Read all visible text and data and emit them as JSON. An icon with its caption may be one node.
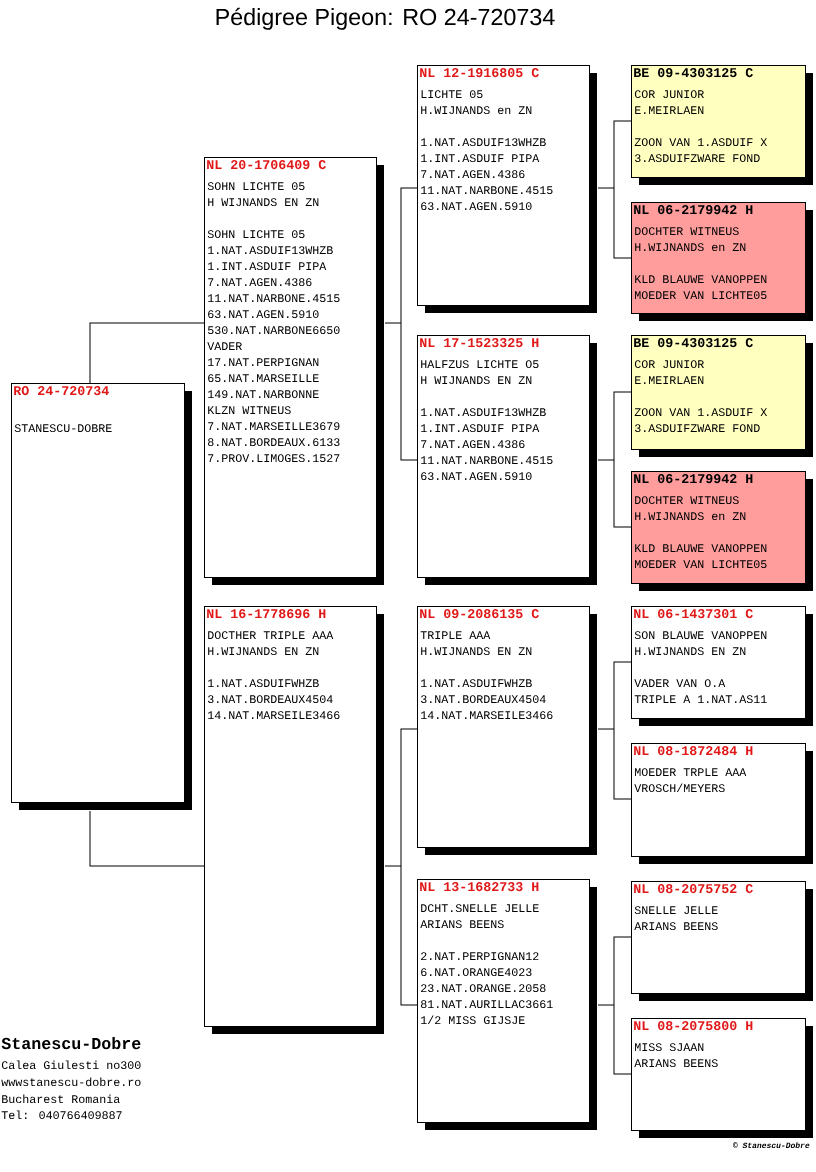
{
  "diagram": {
    "title": "Pédigree Pigeon: RO  24-720734",
    "nodes": [
      {
        "text": [
          "RO  24-720734",
          "STANESCU-DOBRE"
        ]
      },
      {
        "text": [
          "NL  20-1706409 C",
          "SOHN LICHTE 05",
          "H WIJNANDS EN ZN",
          "SOHN LICHTE 05",
          "1.NAT.ASDUIF13WHZB",
          "1.INT.ASDUIF PIPA",
          "7.NAT.AGEN.4386",
          "11.NAT.NARBONE.4515",
          "63.NAT.AGEN.5910",
          "530.NAT.NARBONE6650",
          "VADER",
          "17.NAT.PERPIGNAN",
          "65.NAT.MARSEILLE",
          "149.NAT.NARBONNE",
          "KLZN WITNEUS",
          "7.NAT.MARSEILLE3679",
          "8.NAT.BORDEAUX.6133",
          "7.PROV.LIMOGES.1527"
        ]
      },
      {
        "text": [
          "NL  16-1778696 H",
          "DOCTHER TRIPLE AAA",
          "H.WIJNANDS EN ZN",
          "1.NAT.ASDUIFWHZB",
          "3.NAT.BORDEAUX4504",
          "14.NAT.MARSEILE3466"
        ]
      },
      {
        "text": [
          "NL  12-1916805 C",
          "LICHTE 05",
          "H.WIJNANDS en ZN",
          "1.NAT.ASDUIF13WHZB",
          "1.INT.ASDUIF PIPA",
          "7.NAT.AGEN.4386",
          "11.NAT.NARBONE.4515",
          "63.NAT.AGEN.5910"
        ]
      },
      {
        "text": [
          "NL  17-1523325 H",
          "HALFZUS LICHTE O5",
          "H WIJNANDS EN ZN",
          "1.NAT.ASDUIF13WHZB",
          "1.INT.ASDUIF PIPA",
          "7.NAT.AGEN.4386",
          "11.NAT.NARBONE.4515",
          "63.NAT.AGEN.5910"
        ]
      },
      {
        "text": [
          "NL  09-2086135 C",
          "TRIPLE AAA",
          "H.WIJNANDS EN ZN",
          "1.NAT.ASDUIFWHZB",
          "3.NAT.BORDEAUX4504",
          "14.NAT.MARSEILE3466"
        ]
      },
      {
        "text": [
          "NL  13-1682733 H",
          "DCHT.SNELLE JELLE",
          "ARIANS BEENS",
          "2.NAT.PERPIGNAN12",
          "6.NAT.ORANGE4023",
          "23.NAT.ORANGE.2058",
          "81.NAT.AURILLAC3661",
          "1/2 MISS GIJSJE"
        ]
      },
      {
        "text": [
          "BE  09-4303125 C",
          "COR JUNIOR",
          "E.MEIRLAEN",
          "ZOON VAN 1.ASDUIF X",
          "3.ASDUIFZWARE FOND"
        ]
      },
      {
        "text": [
          "NL  06-2179942 H",
          "DOCHTER WITNEUS",
          "H.WIJNANDS en ZN",
          "KLD BLAUWE VANOPPEN",
          "MOEDER VAN LICHTE05"
        ]
      },
      {
        "text": [
          "BE  09-4303125 C",
          "COR JUNIOR",
          "E.MEIRLAEN",
          "ZOON VAN 1.ASDUIF X",
          "3.ASDUIFZWARE FOND"
        ]
      },
      {
        "text": [
          "NL  06-2179942 H",
          "DOCHTER WITNEUS",
          "H.WIJNANDS en ZN",
          "KLD BLAUWE VANOPPEN",
          "MOEDER VAN LICHTE05"
        ]
      },
      {
        "text": [
          "NL  06-1437301 C",
          "SON BLAUWE VANOPPEN",
          "H.WIJNANDS EN ZN",
          "VADER VAN O.A",
          "TRIPLE A 1.NAT.AS11"
        ]
      },
      {
        "text": [
          "NL  08-1872484 H",
          "MOEDER TRPLE AAA",
          "VROSCH/MEYERS"
        ]
      },
      {
        "text": [
          "NL  08-2075752 C",
          "SNELLE JELLE",
          "ARIANS BEENS"
        ]
      },
      {
        "text": [
          "NL  08-2075800 H",
          "MISS SJAAN",
          "ARIANS BEENS"
        ]
      }
    ],
    "edges": [
      {
        "from": 0,
        "to": 1,
        "arrow": "none"
      },
      {
        "from": 0,
        "to": 2,
        "arrow": "none"
      },
      {
        "from": 1,
        "to": 3,
        "arrow": "none"
      },
      {
        "from": 1,
        "to": 4,
        "arrow": "none"
      },
      {
        "from": 2,
        "to": 5,
        "arrow": "none"
      },
      {
        "from": 2,
        "to": 6,
        "arrow": "none"
      },
      {
        "from": 3,
        "to": 7,
        "arrow": "none"
      },
      {
        "from": 3,
        "to": 8,
        "arrow": "none"
      },
      {
        "from": 4,
        "to": 9,
        "arrow": "none"
      },
      {
        "from": 4,
        "to": 10,
        "arrow": "none"
      },
      {
        "from": 5,
        "to": 11,
        "arrow": "none"
      },
      {
        "from": 5,
        "to": 12,
        "arrow": "none"
      },
      {
        "from": 6,
        "to": 13,
        "arrow": "none"
      },
      {
        "from": 6,
        "to": 14,
        "arrow": "none"
      }
    ],
    "labels": [
      "Stanescu-Dobre",
      "Calea Giulesti no300",
      "wwwstanescu-dobre.ro",
      "Bucharest Romania",
      "Tel: 040766409887",
      "© Stanescu-Dobre"
    ]
  }
}
